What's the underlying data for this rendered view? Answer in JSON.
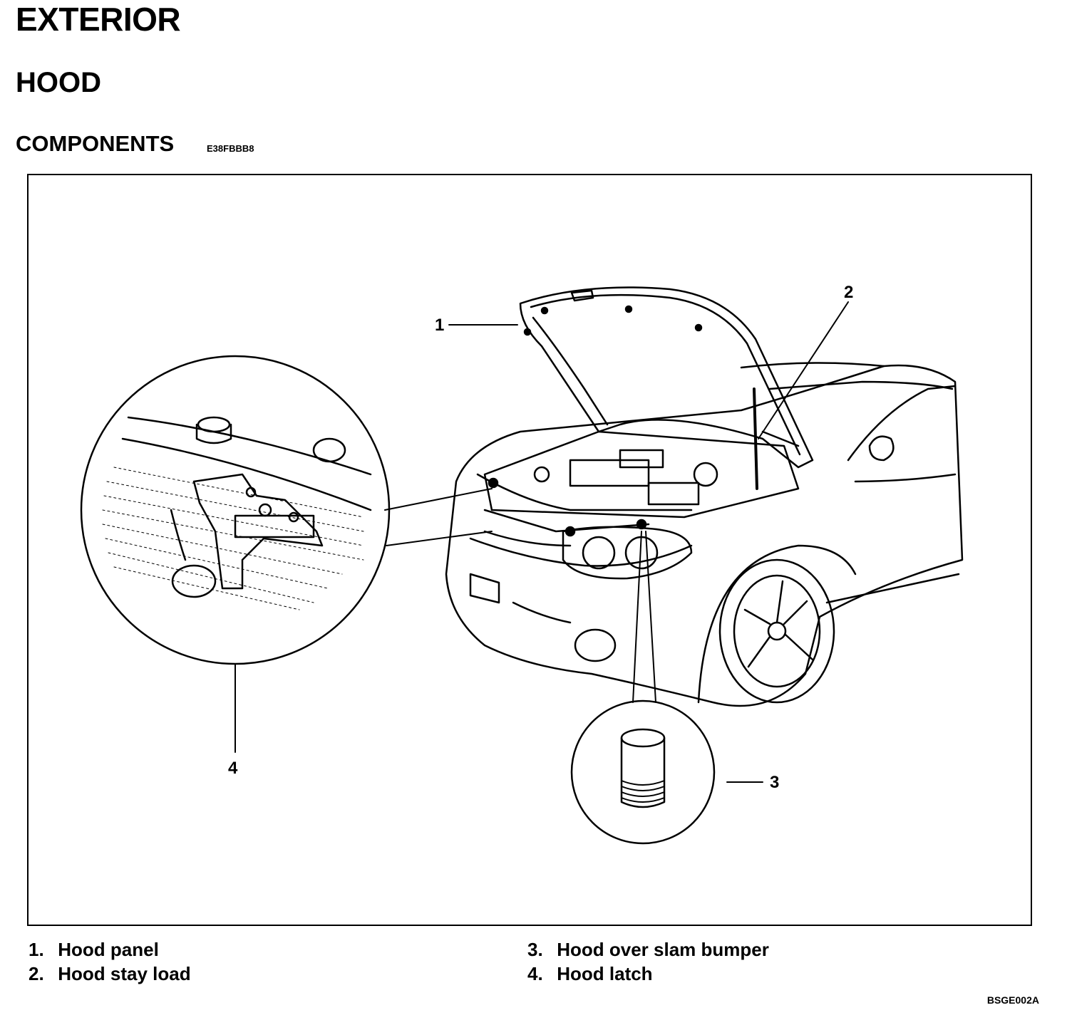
{
  "section": "EXTERIOR",
  "subsection": "HOOD",
  "heading": "COMPONENTS",
  "doc_code": "E38FBBB8",
  "figure": {
    "callouts": [
      "1",
      "2",
      "3",
      "4"
    ],
    "figure_code": "BSGE002A"
  },
  "legend": [
    {
      "num": "1.",
      "label": "Hood panel"
    },
    {
      "num": "2.",
      "label": "Hood stay load"
    },
    {
      "num": "3.",
      "label": "Hood over slam bumper"
    },
    {
      "num": "4.",
      "label": "Hood latch"
    }
  ]
}
